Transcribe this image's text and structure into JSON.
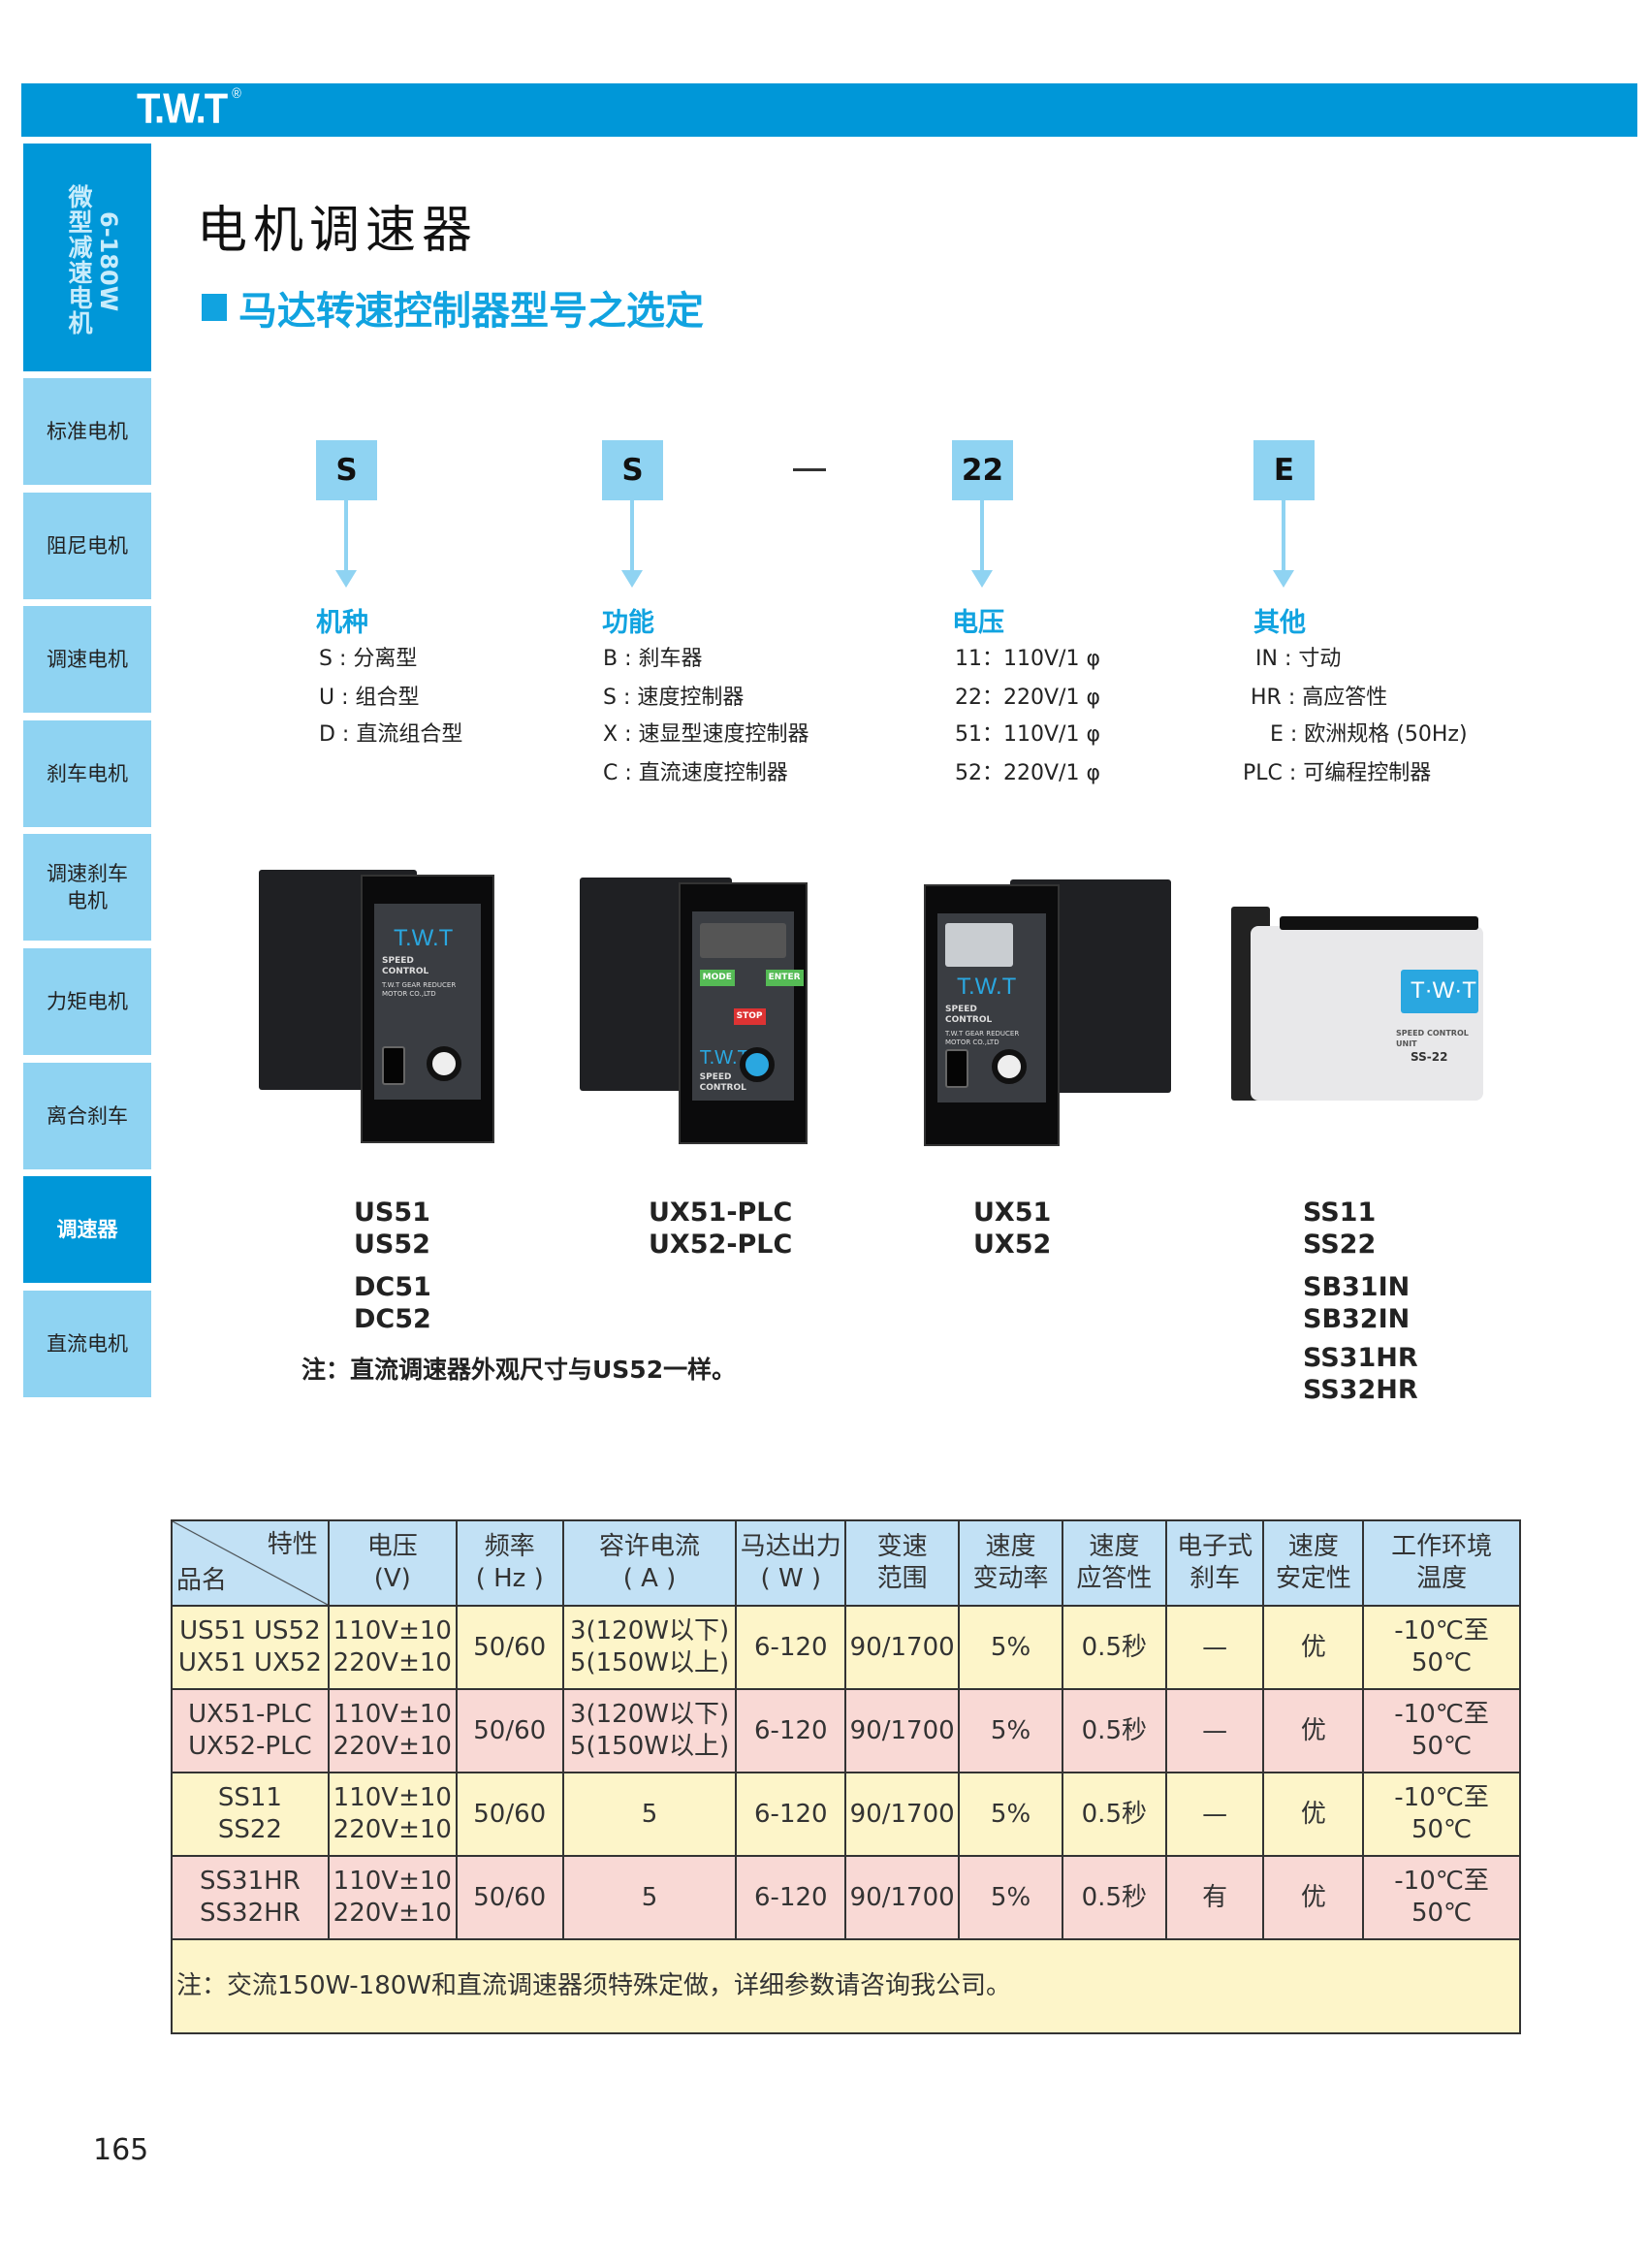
{
  "brand": {
    "logo": "T.W.T",
    "registered": "®",
    "color": "#0097d8"
  },
  "sidebar": {
    "section": {
      "title": "微型减速电机",
      "range": "6-180W"
    },
    "items": [
      {
        "label": "标准电机"
      },
      {
        "label": "阻尼电机"
      },
      {
        "label": "调速电机"
      },
      {
        "label": "刹车电机"
      },
      {
        "label": "调速刹车电机"
      },
      {
        "label": "力矩电机"
      },
      {
        "label": "离合刹车"
      },
      {
        "label": "调速器",
        "active": true
      },
      {
        "label": "直流电机"
      }
    ]
  },
  "page": {
    "title": "电机调速器",
    "subtitle": "马达转速控制器型号之选定",
    "page_number": "165"
  },
  "model_code": {
    "codes": [
      "S",
      "S",
      "22",
      "E"
    ],
    "separator": "—",
    "groups": [
      {
        "heading": "机种",
        "options": [
          "S : 分离型",
          "U : 组合型",
          "D : 直流组合型"
        ]
      },
      {
        "heading": "功能",
        "options": [
          "B : 刹车器",
          "S : 速度控制器",
          "X : 速显型速度控制器",
          "C : 直流速度控制器"
        ]
      },
      {
        "heading": "电压",
        "options": [
          "11：110V/1 φ",
          "22：220V/1 φ",
          "51：110V/1 φ",
          "52：220V/1 φ"
        ]
      },
      {
        "heading": "其他",
        "options": [
          "IN : 寸动",
          "HR : 高应答性",
          "E : 欧洲规格 (50Hz)",
          "PLC : 可编程控制器"
        ]
      }
    ]
  },
  "products": [
    {
      "models": [
        [
          "US51",
          "US52"
        ],
        [
          "DC51",
          "DC52"
        ]
      ],
      "photo_text": [
        "T.W.T",
        "SPEED CONTROL",
        "T.W.T GEAR REDUCER MOTOR CO.,LTD"
      ]
    },
    {
      "models": [
        [
          "UX51-PLC",
          "UX52-PLC"
        ]
      ],
      "photo_text": [
        "T.W.T",
        "SPEED CONTROL",
        "STOP",
        "MODE",
        "ENTER"
      ]
    },
    {
      "models": [
        [
          "UX51",
          "UX52"
        ]
      ],
      "photo_text": [
        "T.W.T",
        "SPEED CONTROL",
        "T.W.T GEAR REDUCER MOTOR CO.,LTD"
      ]
    },
    {
      "models": [
        [
          "SS11",
          "SS22"
        ],
        [
          "SB31IN",
          "SB32IN"
        ],
        [
          "SS31HR",
          "SS32HR"
        ]
      ],
      "photo_text": [
        "T·W·T",
        "SPEED CONTROL UNIT",
        "SS-22"
      ]
    }
  ],
  "product_note": "注：直流调速器外观尺寸与US52一样。",
  "table": {
    "corner": {
      "top": "特性",
      "bottom": "品名"
    },
    "headers": [
      [
        "电压",
        "(V)"
      ],
      [
        "频率",
        "( Hz )"
      ],
      [
        "容许电流",
        "( A )"
      ],
      [
        "马达出力",
        "( W )"
      ],
      [
        "变速",
        "范围"
      ],
      [
        "速度",
        "变动率"
      ],
      [
        "速度",
        "应答性"
      ],
      [
        "电子式",
        "刹车"
      ],
      [
        "速度",
        "安定性"
      ],
      [
        "工作环境",
        "温度"
      ]
    ],
    "rows": [
      {
        "name": [
          "US51  US52",
          "UX51  UX52"
        ],
        "voltage": [
          "110V±10",
          "220V±10"
        ],
        "freq": "50/60",
        "current": [
          "3(120W以下)",
          "5(150W以上)"
        ],
        "power": "6-120",
        "range": "90/1700",
        "var": "5%",
        "resp": "0.5秒",
        "brake": "—",
        "stab": "优",
        "temp": "-10℃至50℃",
        "color": "#fdf5c9"
      },
      {
        "name": [
          "UX51-PLC",
          "UX52-PLC"
        ],
        "voltage": [
          "110V±10",
          "220V±10"
        ],
        "freq": "50/60",
        "current": [
          "3(120W以下)",
          "5(150W以上)"
        ],
        "power": "6-120",
        "range": "90/1700",
        "var": "5%",
        "resp": "0.5秒",
        "brake": "—",
        "stab": "优",
        "temp": "-10℃至50℃",
        "color": "#f9d9d5"
      },
      {
        "name": [
          "SS11",
          "SS22"
        ],
        "voltage": [
          "110V±10",
          "220V±10"
        ],
        "freq": "50/60",
        "current": [
          "5"
        ],
        "power": "6-120",
        "range": "90/1700",
        "var": "5%",
        "resp": "0.5秒",
        "brake": "—",
        "stab": "优",
        "temp": "-10℃至50℃",
        "color": "#fdf5c9"
      },
      {
        "name": [
          "SS31HR",
          "SS32HR"
        ],
        "voltage": [
          "110V±10",
          "220V±10"
        ],
        "freq": "50/60",
        "current": [
          "5"
        ],
        "power": "6-120",
        "range": "90/1700",
        "var": "5%",
        "resp": "0.5秒",
        "brake": "有",
        "stab": "优",
        "temp": "-10℃至50℃",
        "color": "#f9d9d5"
      }
    ],
    "note": "注：交流150W-180W和直流调速器须特殊定做，详细参数请咨询我公司。"
  }
}
